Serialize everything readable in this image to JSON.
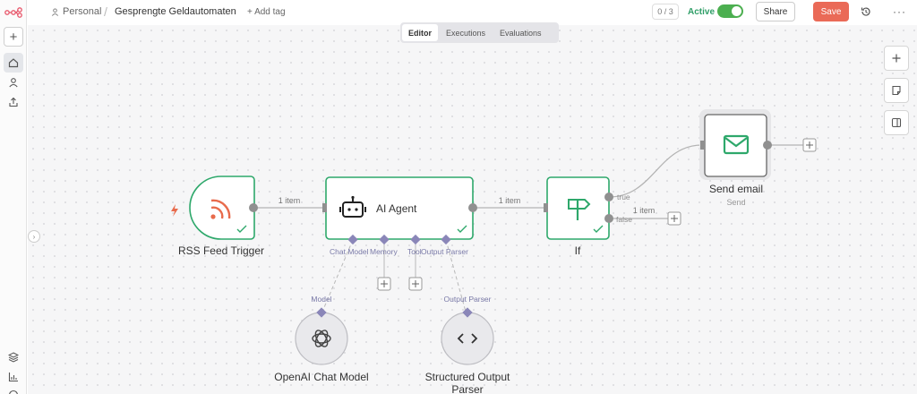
{
  "header": {
    "personal": "Personal",
    "workflow_title": "Gesprengte Geldautomaten",
    "add_tag": "+ Add tag",
    "counter": "0 / 3",
    "active_label": "Active",
    "share": "Share",
    "save": "Save"
  },
  "tabs": [
    "Editor",
    "Executions",
    "Evaluations"
  ],
  "nodes": {
    "rss": {
      "label": "RSS Feed Trigger"
    },
    "agent": {
      "label": "AI Agent"
    },
    "if": {
      "label": "If"
    },
    "email": {
      "label": "Send email",
      "sublabel": "Send"
    },
    "openai": {
      "label": "OpenAI Chat Model"
    },
    "parser": {
      "label_line1": "Structured Output",
      "label_line2": "Parser"
    }
  },
  "connections": {
    "rss_to_agent": "1 item",
    "agent_to_if": "1 item",
    "if_false": "1 item",
    "true_label": "true",
    "false_label": "false"
  },
  "agent_ports": {
    "chat_model": "Chat Model",
    "memory": "Memory",
    "tool": "Tool",
    "output_parser": "Output Parser"
  },
  "sub_ports": {
    "model": "Model",
    "output_parser": "Output Parser"
  },
  "colors": {
    "success_green": "#2ea86b",
    "node_border_green": "#2ea86b",
    "rss_orange": "#e86b4c",
    "save_red": "#ea6a57",
    "port_purple": "#8a86b8"
  }
}
